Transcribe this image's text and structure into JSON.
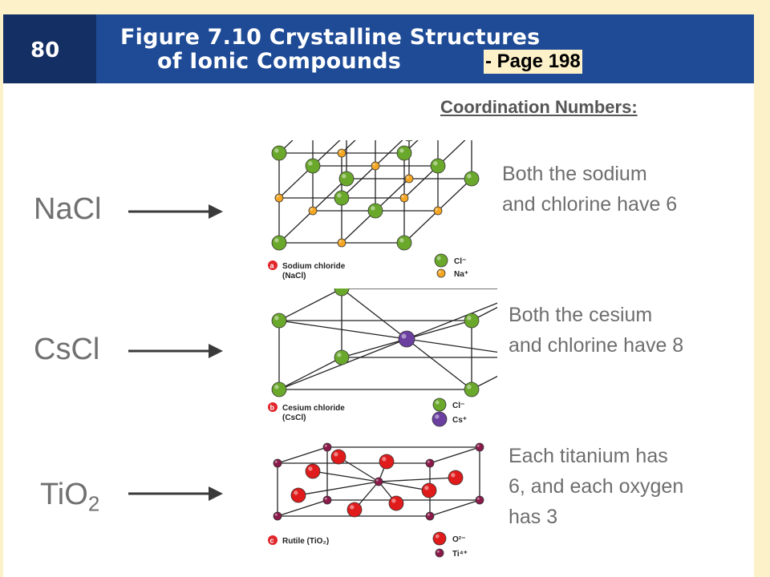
{
  "header": {
    "slide_number": "80",
    "figure_title_line1": "Figure 7.10 Crystalline Structures",
    "figure_title_line2": "of Ionic Compounds",
    "page_ref": "- Page 198"
  },
  "section_title": "Coordination Numbers:",
  "rows": [
    {
      "formula_main": "NaCl",
      "formula_sub": "",
      "description": [
        "Both the sodium",
        "and chlorine have 6"
      ],
      "caption_letter": "a",
      "caption_line1": "Sodium chloride",
      "caption_line2": "(NaCl)",
      "legend": [
        {
          "label": "Cl⁻",
          "color": "#6aa82b"
        },
        {
          "label": "Na⁺",
          "color": "#f5a623"
        }
      ]
    },
    {
      "formula_main": "CsCl",
      "formula_sub": "",
      "description": [
        "Both the cesium",
        "and chlorine have 8"
      ],
      "caption_letter": "b",
      "caption_line1": "Cesium chloride",
      "caption_line2": "(CsCl)",
      "legend": [
        {
          "label": "Cl⁻",
          "color": "#6aa82b"
        },
        {
          "label": "Cs⁺",
          "color": "#6a3fa0"
        }
      ]
    },
    {
      "formula_main": "TiO",
      "formula_sub": "2",
      "description": [
        "Each titanium has",
        "6, and each oxygen",
        "has 3"
      ],
      "caption_letter": "c",
      "caption_line1": "Rutile (TiO₂)",
      "caption_line2": "",
      "legend": [
        {
          "label": "O²⁻",
          "color": "#e01b1b"
        },
        {
          "label": "Ti⁴⁺",
          "color": "#8b1a4a"
        }
      ]
    }
  ],
  "colors": {
    "header_bg": "#1f4b96",
    "page_bg": "#fdf1c9",
    "cl_green": "#6aa82b",
    "na_orange": "#f5a623",
    "cs_purple": "#6a3fa0",
    "o_red": "#e01b1b",
    "ti_maroon": "#8b1a4a",
    "caption_red": "#e0262b"
  }
}
